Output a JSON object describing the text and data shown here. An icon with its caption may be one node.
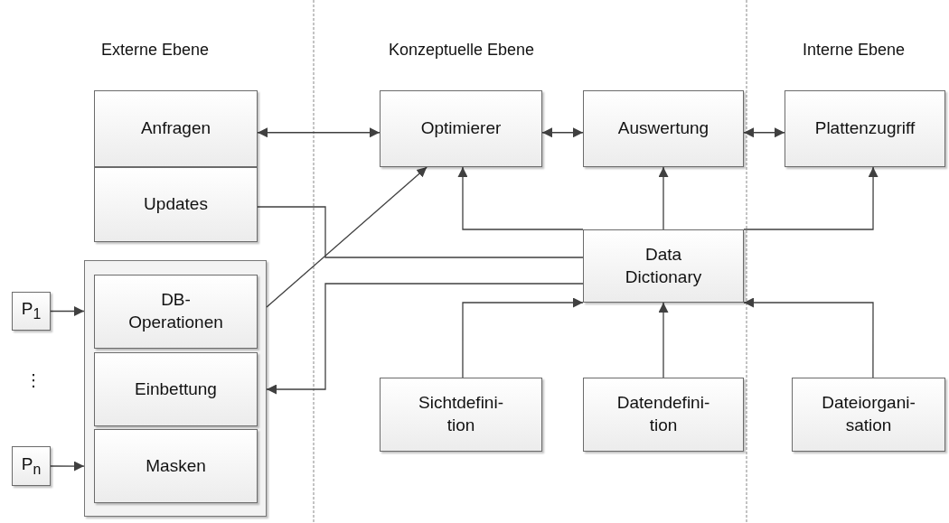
{
  "diagram": {
    "nodes": [
      {
        "text": [
          "Anfragen"
        ]
      },
      {
        "text": [
          "Updates"
        ]
      },
      {
        "text": [
          "Optimierer"
        ]
      },
      {
        "text": [
          "Auswertung"
        ]
      },
      {
        "text": [
          "Plattenzugriff"
        ]
      },
      {
        "text": [
          "Data Dictionary"
        ]
      },
      {
        "text": [
          "P$_{1}$"
        ]
      },
      {
        "text": [],
        "shape": "box"
      },
      {
        "text": [
          "DB- Operationen"
        ],
        "in": 7
      },
      {
        "text": [
          "Einbettung"
        ],
        "in": 7
      },
      {
        "text": [
          "Masken"
        ],
        "in": 7
      },
      {
        "text": [
          "P$_{n}$"
        ]
      },
      {
        "text": [
          "Sichtdefini- tion"
        ]
      },
      {
        "text": [
          "Datendefini- tion"
        ]
      },
      {
        "text": [
          "Dateiorgani- sation"
        ]
      }
    ],
    "edges": [
      {
        "from": 0,
        "to": 2,
        "arrow": "both"
      },
      {
        "from": 2,
        "to": 3,
        "arrow": "both"
      },
      {
        "from": 3,
        "to": 4,
        "arrow": "both"
      },
      {
        "from": 5,
        "to": 2,
        "arrow": "to"
      },
      {
        "from": 5,
        "to": 3,
        "arrow": "to"
      },
      {
        "from": 5,
        "to": 4,
        "arrow": "to"
      },
      {
        "from": 1,
        "to": 5,
        "arrow": "none"
      },
      {
        "from": 5,
        "to": 9,
        "arrow": "to"
      },
      {
        "from": 8,
        "to": 2,
        "arrow": "to"
      },
      {
        "from": 12,
        "to": 5,
        "arrow": "to"
      },
      {
        "from": 13,
        "to": 5,
        "arrow": "to"
      },
      {
        "from": 14,
        "to": 5,
        "arrow": "to"
      },
      {
        "from": 6,
        "to": 7,
        "arrow": "to"
      },
      {
        "from": 11,
        "to": 7,
        "arrow": "to"
      }
    ],
    "labels": [
      "Externe Ebene",
      "Konzeptuelle Ebene",
      "Interne Ebene",
      "⋮"
    ]
  }
}
